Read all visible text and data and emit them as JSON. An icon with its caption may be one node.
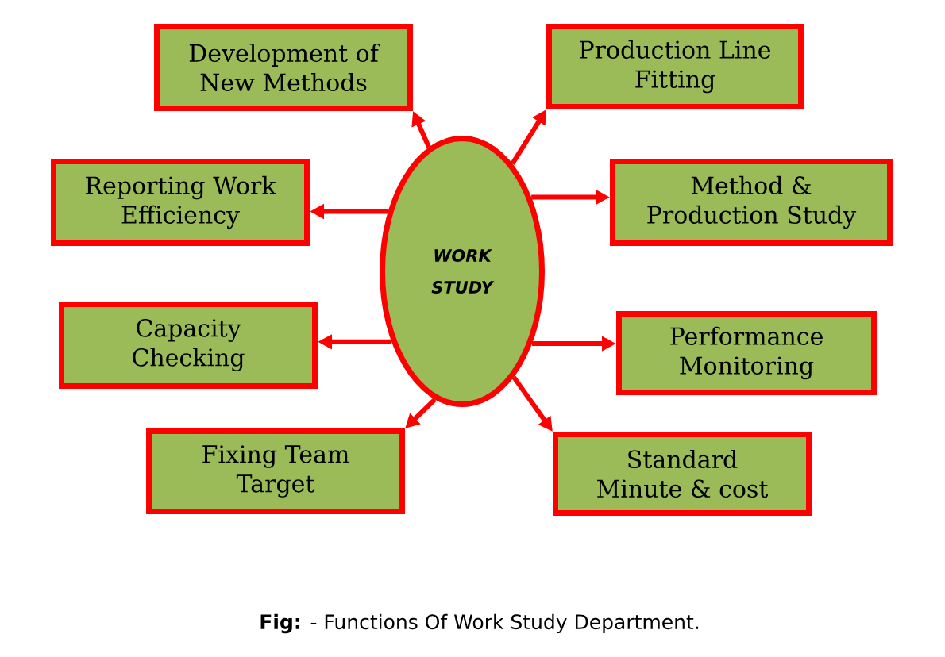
{
  "diagram": {
    "caption": "**Fig:** - Functions Of Work Study Department.",
    "nodes": [
      {
        "text": [
          "WORK STUDY"
        ]
      },
      {
        "text": [
          "Development of New Methods"
        ]
      },
      {
        "text": [
          "Production Line Fitting"
        ]
      },
      {
        "text": [
          "Reporting Work Efficiency"
        ]
      },
      {
        "text": [
          "Method & Production Study"
        ]
      },
      {
        "text": [
          "Capacity Checking"
        ]
      },
      {
        "text": [
          "Performance Monitoring"
        ]
      },
      {
        "text": [
          "Fixing Team Target"
        ]
      },
      {
        "text": [
          "Standard Minute & cost"
        ]
      }
    ],
    "edges": [
      {
        "from": 0,
        "to": 1,
        "arrow": "to"
      },
      {
        "from": 0,
        "to": 2,
        "arrow": "to"
      },
      {
        "from": 0,
        "to": 3,
        "arrow": "to"
      },
      {
        "from": 0,
        "to": 4,
        "arrow": "to"
      },
      {
        "from": 0,
        "to": 5,
        "arrow": "to"
      },
      {
        "from": 0,
        "to": 6,
        "arrow": "to"
      },
      {
        "from": 0,
        "to": 7,
        "arrow": "to"
      },
      {
        "from": 0,
        "to": 8,
        "arrow": "to"
      }
    ]
  }
}
